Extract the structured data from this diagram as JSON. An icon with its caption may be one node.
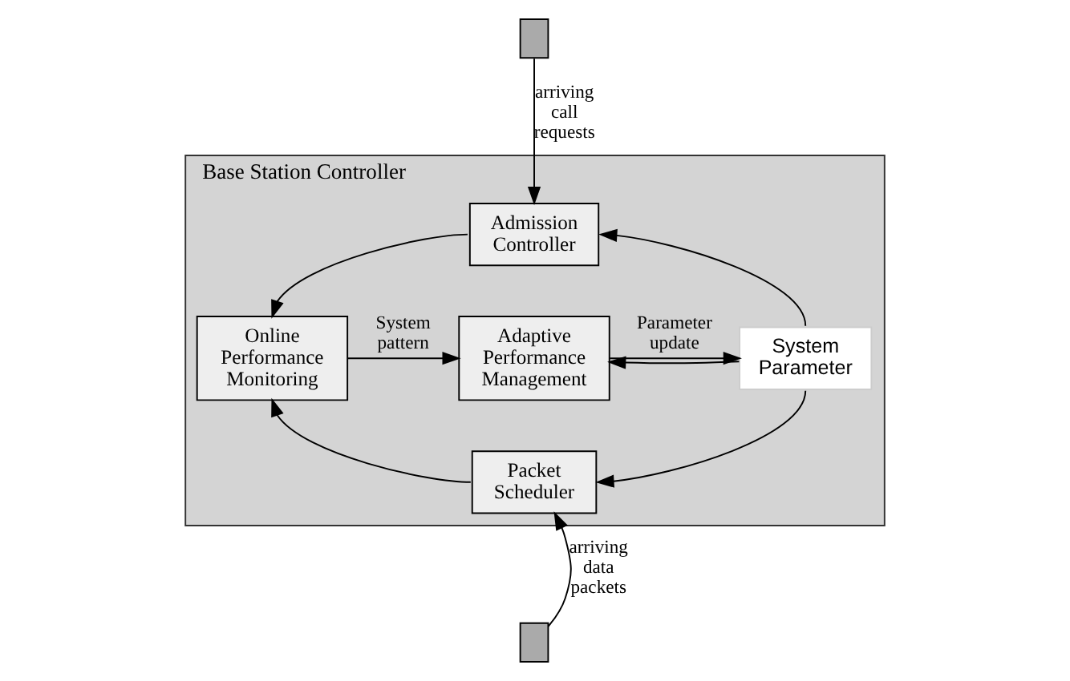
{
  "diagram": {
    "nodes": [
      {
        "text": [
          "Base Station Controller"
        ]
      },
      {
        "text": [],
        "shape": "bar"
      },
      {
        "text": [
          "Admission Controller"
        ],
        "in": 0
      },
      {
        "text": [
          "Online Performance Monitoring"
        ],
        "in": 0
      },
      {
        "text": [
          "Adaptive Performance Management"
        ],
        "in": 0
      },
      {
        "text": [
          "System Parameter"
        ],
        "in": 0
      },
      {
        "text": [
          "Packet Scheduler"
        ],
        "in": 0
      },
      {
        "text": [],
        "shape": "bar"
      }
    ],
    "edges": [
      {
        "from": 1,
        "to": 2,
        "arrow": "to",
        "label": "arriving call requests"
      },
      {
        "from": 2,
        "to": 3,
        "arrow": "to"
      },
      {
        "from": 3,
        "to": 4,
        "arrow": "to",
        "label": "System pattern"
      },
      {
        "from": 4,
        "to": 5,
        "arrow": "to",
        "label": "Parameter update"
      },
      {
        "from": 5,
        "to": 4,
        "arrow": "to"
      },
      {
        "from": 5,
        "to": 2,
        "arrow": "to"
      },
      {
        "from": 5,
        "to": 6,
        "arrow": "to"
      },
      {
        "from": 6,
        "to": 3,
        "arrow": "to"
      },
      {
        "from": 7,
        "to": 6,
        "arrow": "to",
        "label": "arriving data packets"
      }
    ]
  }
}
